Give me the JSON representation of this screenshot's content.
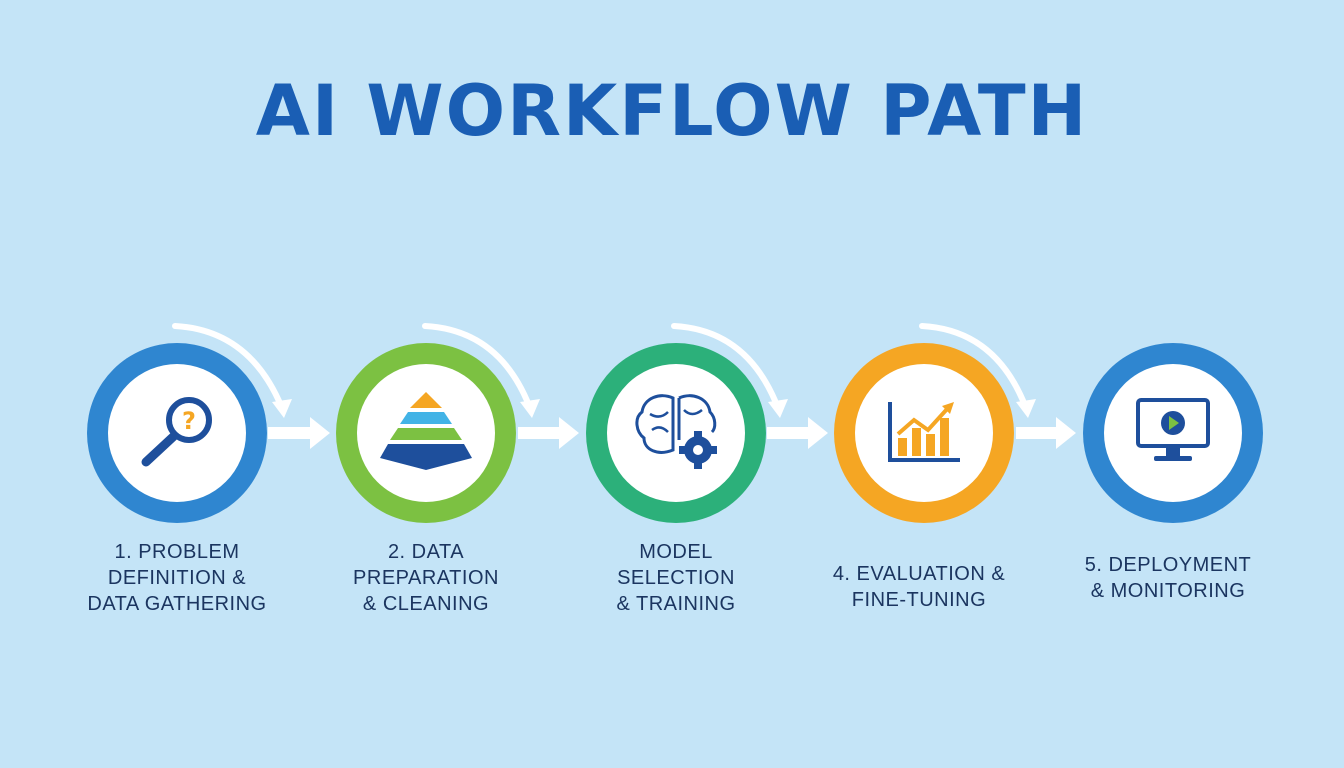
{
  "title": "AI WORKFLOW PATH",
  "colors": {
    "background": "#c4e4f7",
    "title": "#1a5eb4",
    "label": "#1b3560"
  },
  "steps": [
    {
      "lines": [
        "1. PROBLEM",
        "DEFINITION &",
        "DATA GATHERING"
      ],
      "ring_color": "#2f86d0",
      "icon": "magnifier-question-icon"
    },
    {
      "lines": [
        "2. DATA",
        "PREPARATION",
        "& CLEANING"
      ],
      "ring_color": "#7cc142",
      "icon": "layered-pyramid-icon"
    },
    {
      "lines": [
        "MODEL",
        "SELECTION",
        "& TRAINING"
      ],
      "ring_color": "#2cb07a",
      "icon": "brain-gear-icon"
    },
    {
      "lines": [
        "4. EVALUATION &",
        "FINE-TUNING"
      ],
      "ring_color": "#f5a623",
      "icon": "rising-bar-chart-icon"
    },
    {
      "lines": [
        "5. DEPLOYMENT",
        "& MONITORING"
      ],
      "ring_color": "#2f86d0",
      "icon": "monitor-play-icon"
    }
  ]
}
